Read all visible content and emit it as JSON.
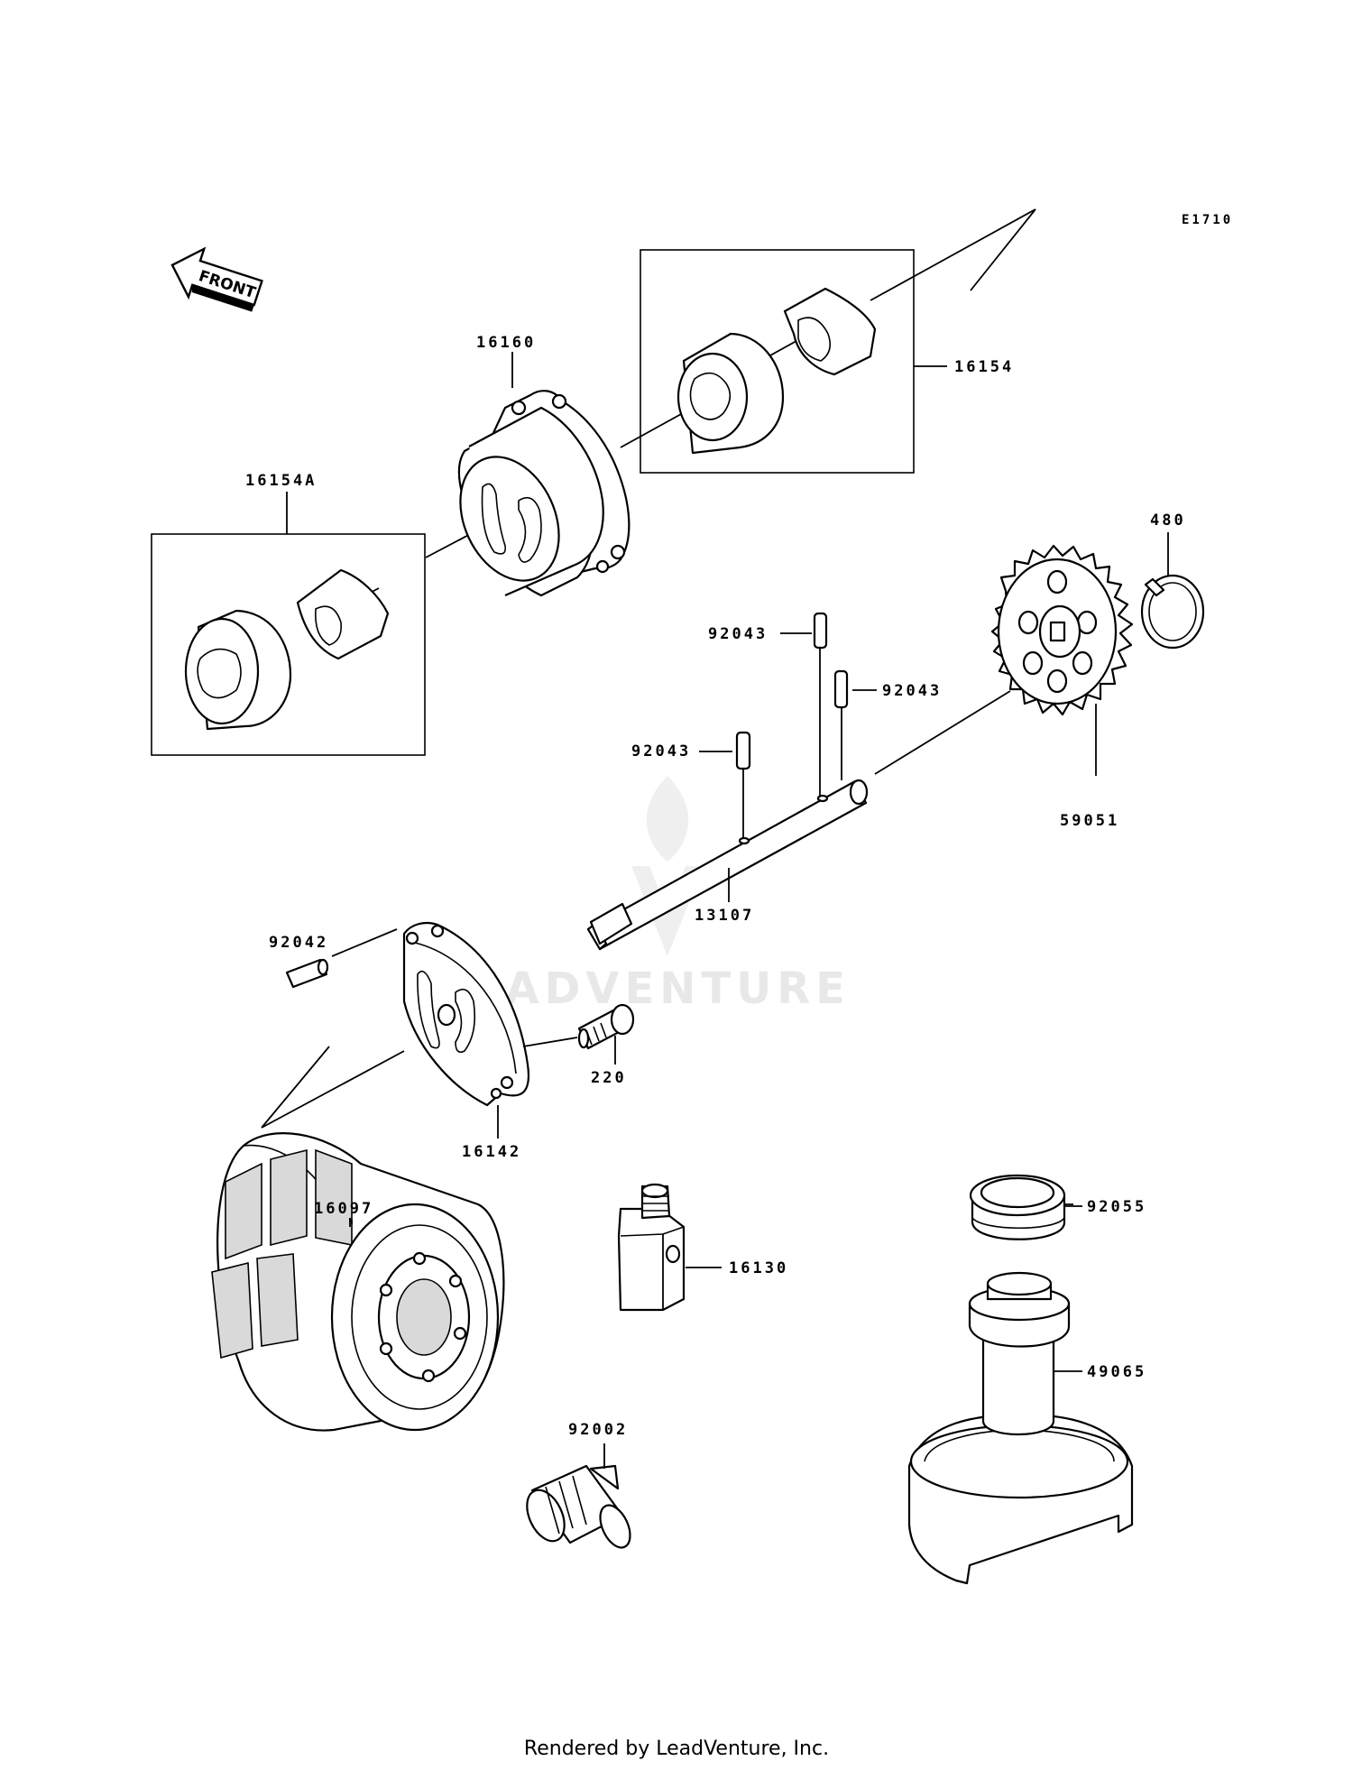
{
  "diagram_code": "E1710",
  "front_arrow_label": "FRONT",
  "watermark": "LEADVENTURE",
  "parts": {
    "p16160": "16160",
    "p16154": "16154",
    "p16154A": "16154A",
    "p480": "480",
    "p92043_a": "92043",
    "p92043_b": "92043",
    "p92043_c": "92043",
    "p59051": "59051",
    "p13107": "13107",
    "p92042": "92042",
    "p220": "220",
    "p16142": "16142",
    "p16097": "16097",
    "p16130": "16130",
    "p92055": "92055",
    "p49065": "49065",
    "p92002": "92002"
  },
  "footer": "Rendered by LeadVenture, Inc."
}
